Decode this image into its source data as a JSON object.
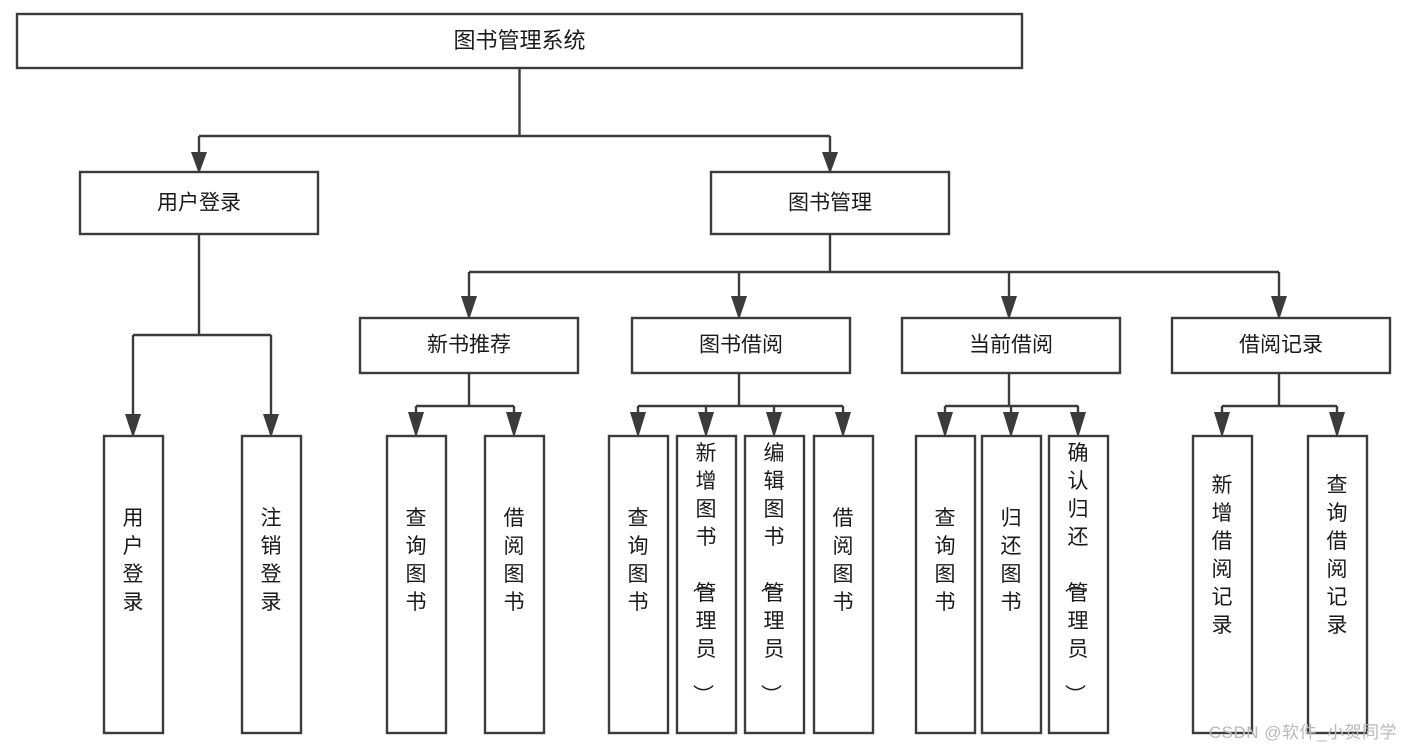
{
  "diagram": {
    "kind": "hierarchy-tree",
    "watermark": "CSDN @软件_小贺同学",
    "root": {
      "label": "图书管理系统"
    },
    "level2": [
      {
        "id": "user-login",
        "label": "用户登录"
      },
      {
        "id": "book-manage",
        "label": "图书管理"
      }
    ],
    "level3": [
      {
        "id": "new-book-rec",
        "label": "新书推荐",
        "parent": "book-manage"
      },
      {
        "id": "book-borrow",
        "label": "图书借阅",
        "parent": "book-manage"
      },
      {
        "id": "current-borrow",
        "label": "当前借阅",
        "parent": "book-manage"
      },
      {
        "id": "borrow-record",
        "label": "借阅记录",
        "parent": "book-manage"
      }
    ],
    "leaves": {
      "user-login": [
        {
          "id": "leaf-user-login",
          "label": "用户登录"
        },
        {
          "id": "leaf-logout",
          "label": "注销登录"
        }
      ],
      "new-book-rec": [
        {
          "id": "leaf-query-book-1",
          "label": "查询图书"
        },
        {
          "id": "leaf-borrow-book-1",
          "label": "借阅图书"
        }
      ],
      "book-borrow": [
        {
          "id": "leaf-query-book-2",
          "label": "查询图书"
        },
        {
          "id": "leaf-add-book",
          "label": "新增图书（管理员）"
        },
        {
          "id": "leaf-edit-book",
          "label": "编辑图书（管理员）"
        },
        {
          "id": "leaf-borrow-book-2",
          "label": "借阅图书"
        }
      ],
      "current-borrow": [
        {
          "id": "leaf-query-book-3",
          "label": "查询图书"
        },
        {
          "id": "leaf-return-book",
          "label": "归还图书"
        },
        {
          "id": "leaf-confirm-return",
          "label": "确认归还（管理员）"
        }
      ],
      "borrow-record": [
        {
          "id": "leaf-add-record",
          "label": "新增借阅记录"
        },
        {
          "id": "leaf-query-record",
          "label": "查询借阅记录"
        }
      ]
    },
    "colors": {
      "stroke": "#3b3b3b",
      "fill": "#ffffff",
      "text": "#1a1a1a",
      "watermark": "#b9b9b9"
    }
  }
}
